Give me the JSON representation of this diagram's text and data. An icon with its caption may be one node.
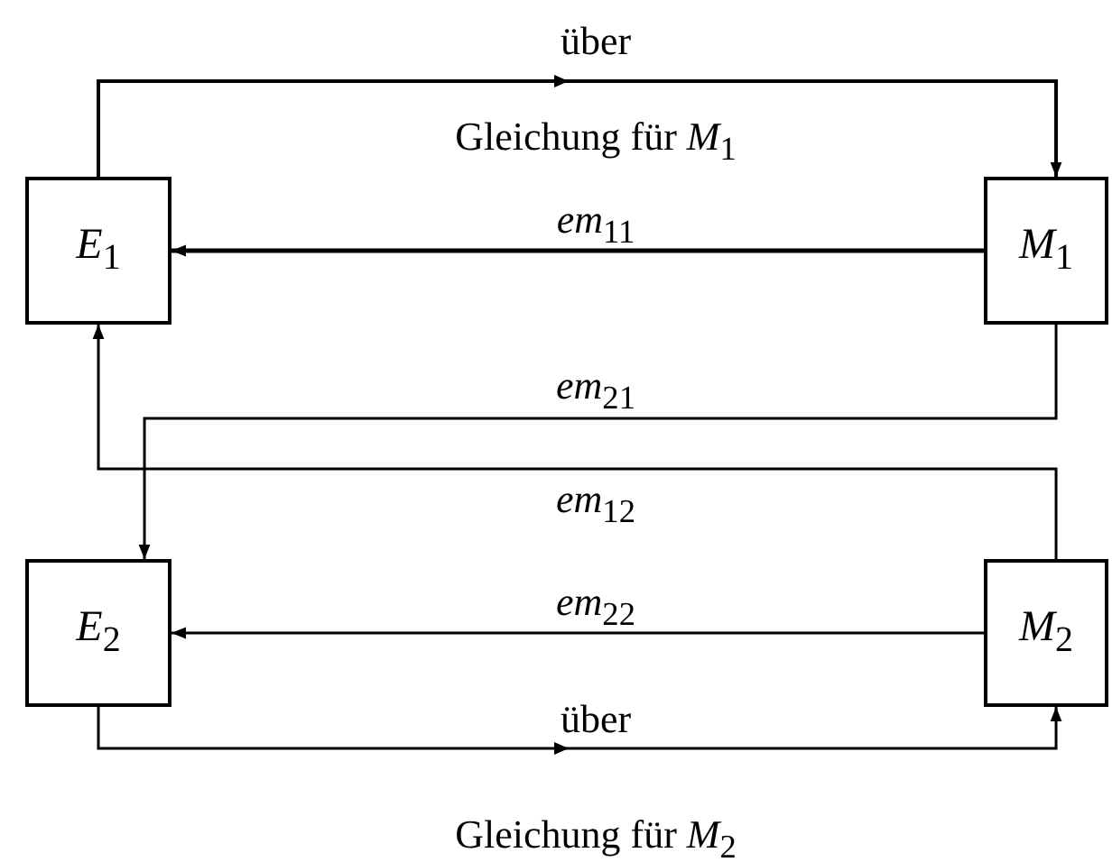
{
  "diagram": {
    "nodes": [
      {
        "text": [
          "*E*$_{1}$"
        ]
      },
      {
        "text": [
          "*M*$_{1}$"
        ]
      },
      {
        "text": [
          "*E*$_{2}$"
        ]
      },
      {
        "text": [
          "*M*$_{2}$"
        ]
      }
    ],
    "edges": [
      {
        "from": 0,
        "to": 1,
        "arrow": "to",
        "label": "über"
      },
      {
        "from": 1,
        "to": 0,
        "arrow": "to",
        "label": "*em*$_{11}$"
      },
      {
        "from": 1,
        "to": 2,
        "arrow": "to",
        "label": "*em*$_{21}$"
      },
      {
        "from": 3,
        "to": 0,
        "arrow": "to",
        "label": "*em*$_{12}$"
      },
      {
        "from": 3,
        "to": 2,
        "arrow": "to",
        "label": "*em*$_{22}$"
      },
      {
        "from": 2,
        "to": 3,
        "arrow": "to",
        "label": "über"
      }
    ],
    "labels": [
      "Gleichung für *M*$_{1}$",
      "Gleichung für *M*$_{2}$"
    ]
  }
}
